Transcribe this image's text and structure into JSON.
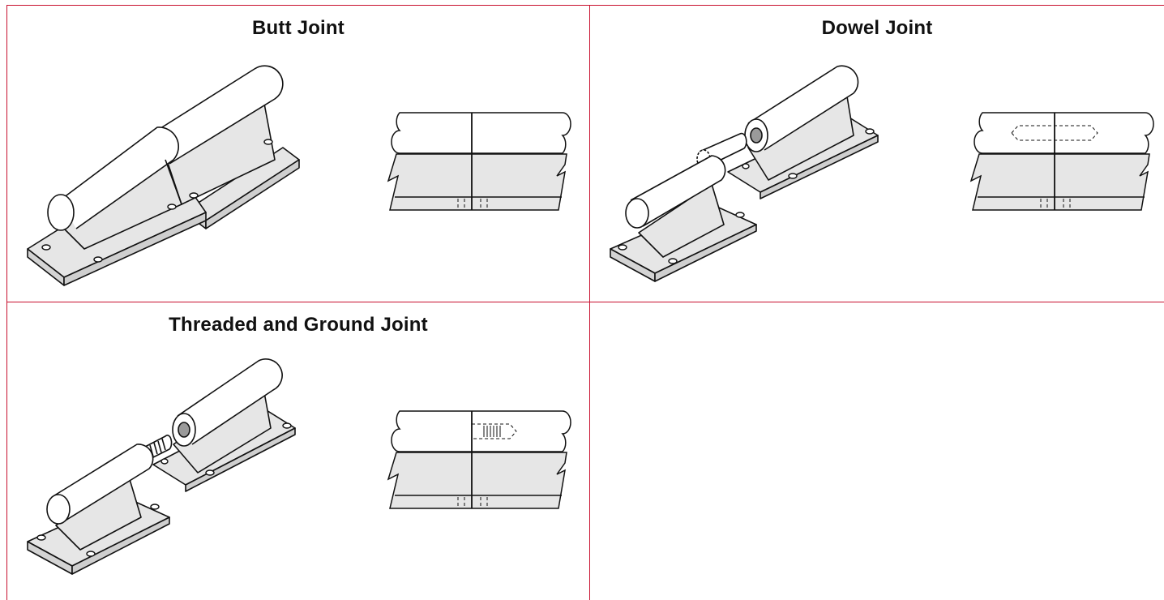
{
  "panels": [
    {
      "id": "butt",
      "title": "Butt Joint"
    },
    {
      "id": "dowel",
      "title": "Dowel Joint"
    },
    {
      "id": "threaded",
      "title": "Threaded and Ground Joint"
    }
  ],
  "colors": {
    "border": "#c8102e",
    "fill_gray": "#e6e6e6",
    "line": "#111111"
  }
}
